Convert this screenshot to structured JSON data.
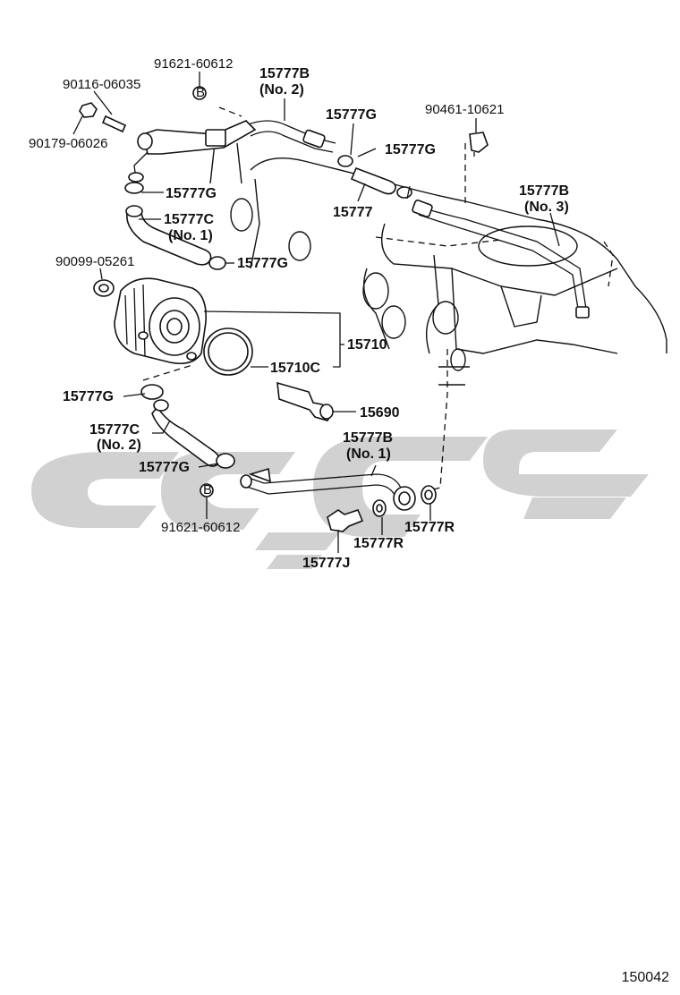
{
  "diagram_id": "150042",
  "callouts": [
    {
      "id": "c1",
      "text": "91621-60612"
    },
    {
      "id": "c2",
      "text": "15777B"
    },
    {
      "id": "c3",
      "text": "(No. 2)"
    },
    {
      "id": "c4",
      "text": "90116-06035"
    },
    {
      "id": "c5",
      "text": "15777G"
    },
    {
      "id": "c6",
      "text": "90461-10621"
    },
    {
      "id": "c7",
      "text": "90179-06026"
    },
    {
      "id": "c8",
      "text": "15777G"
    },
    {
      "id": "c9",
      "text": "15777B"
    },
    {
      "id": "c10",
      "text": "(No. 3)"
    },
    {
      "id": "c11",
      "text": "15777G"
    },
    {
      "id": "c12",
      "text": "15777"
    },
    {
      "id": "c13",
      "text": "15777C"
    },
    {
      "id": "c14",
      "text": "(No. 1)"
    },
    {
      "id": "c15",
      "text": "15777G"
    },
    {
      "id": "c16",
      "text": "90099-05261"
    },
    {
      "id": "c17",
      "text": "15710"
    },
    {
      "id": "c18",
      "text": "15710C"
    },
    {
      "id": "c19",
      "text": "15777G"
    },
    {
      "id": "c20",
      "text": "15690"
    },
    {
      "id": "c21",
      "text": "15777C"
    },
    {
      "id": "c22",
      "text": "(No. 2)"
    },
    {
      "id": "c23",
      "text": "15777B"
    },
    {
      "id": "c24",
      "text": "(No. 1)"
    },
    {
      "id": "c25",
      "text": "15777G"
    },
    {
      "id": "c26",
      "text": "91621-60612"
    },
    {
      "id": "c27",
      "text": "15777R"
    },
    {
      "id": "c28",
      "text": "15777R"
    },
    {
      "id": "c29",
      "text": "15777J"
    }
  ],
  "markers": [
    {
      "id": "m1",
      "text": "B"
    },
    {
      "id": "m2",
      "text": "B"
    }
  ],
  "colors": {
    "ink": "#111111",
    "watermark": "#c9c9c9"
  }
}
